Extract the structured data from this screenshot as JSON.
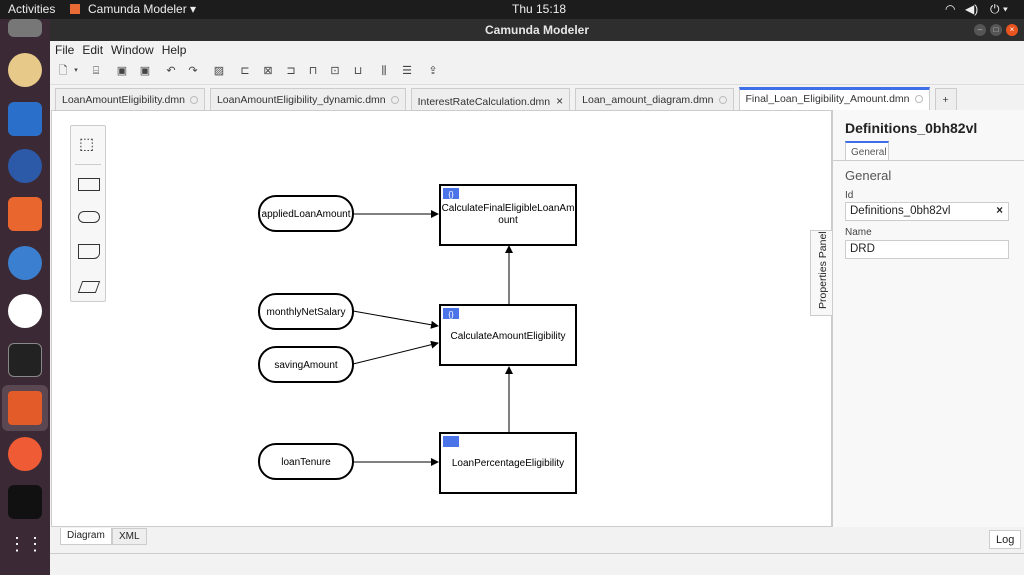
{
  "system": {
    "activities": "Activities",
    "app_menu": "Camunda Modeler ▾",
    "clock": "Thu 15:18"
  },
  "window": {
    "title": "Camunda Modeler"
  },
  "menu": [
    "File",
    "Edit",
    "Window",
    "Help"
  ],
  "tabs": [
    {
      "label": "LoanAmountEligibility.dmn",
      "active": false,
      "closable": false
    },
    {
      "label": "LoanAmountEligibility_dynamic.dmn",
      "active": false,
      "closable": false
    },
    {
      "label": "InterestRateCalculation.dmn",
      "active": false,
      "closable": true
    },
    {
      "label": "Loan_amount_diagram.dmn",
      "active": false,
      "closable": false
    },
    {
      "label": "Final_Loan_Eligibility_Amount.dmn",
      "active": true,
      "closable": false
    }
  ],
  "add_tab": "+",
  "diagram": {
    "inputs": [
      "appliedLoanAmount",
      "monthlyNetSalary",
      "savingAmount",
      "loanTenure"
    ],
    "decisions": [
      "CalculateFinalEligibleLoanAmount",
      "CalculateAmountEligibility",
      "LoanPercentageEligibility"
    ]
  },
  "properties": {
    "title": "Definitions_0bh82vl",
    "tab": "General",
    "section": "General",
    "id_label": "Id",
    "id_value": "Definitions_0bh82vl",
    "clear": "×",
    "name_label": "Name",
    "name_value": "DRD",
    "panel_label": "Properties Panel"
  },
  "bottom_tabs": [
    "Diagram",
    "XML"
  ],
  "log_button": "Log",
  "colors": {
    "accent": "#3f6fe6",
    "decision_icon": "#4a74e8"
  }
}
